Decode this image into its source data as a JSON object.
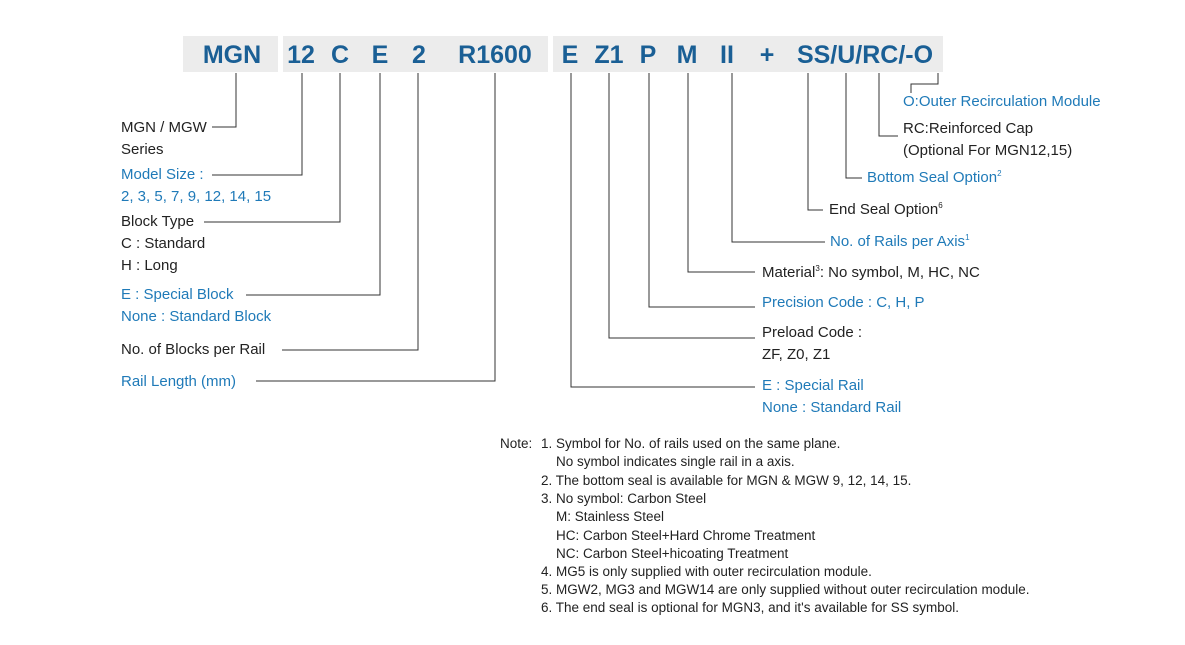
{
  "code_segments": [
    "MGN",
    "12",
    "C",
    "E",
    "2",
    "R1600",
    "E",
    "Z1",
    "P",
    "M",
    "II",
    "+",
    "SS/U/RC/-O"
  ],
  "left_labels": {
    "series": [
      "MGN / MGW",
      "Series"
    ],
    "model_size": [
      "Model Size :",
      "2, 3, 5, 7, 9, 12, 14, 15"
    ],
    "block_type": [
      "Block Type",
      "C : Standard",
      "H : Long"
    ],
    "special_block": [
      "E : Special Block",
      "None : Standard Block"
    ],
    "blocks_per_rail": "No. of Blocks per Rail",
    "rail_length": "Rail Length (mm)"
  },
  "right_labels": {
    "outer_recirculation": "O:Outer Recirculation Module",
    "reinforced_cap": [
      "RC:Reinforced Cap",
      "(Optional For MGN12,15)"
    ],
    "bottom_seal": {
      "text": "Bottom Seal Option",
      "sup": "2"
    },
    "end_seal": {
      "text": "End Seal Option",
      "sup": "6"
    },
    "rails_per_axis": {
      "text": "No. of Rails per Axis",
      "sup": "1"
    },
    "material": {
      "pre": "Material",
      "sup": "3",
      "post": ": No symbol, M, HC, NC"
    },
    "precision": "Precision Code : C, H, P",
    "preload": [
      "Preload Code :",
      "ZF, Z0, Z1"
    ],
    "special_rail": [
      "E : Special Rail",
      "None : Standard Rail"
    ]
  },
  "notes": {
    "heading": "Note:",
    "lines": [
      "1. Symbol for No. of rails used on the same plane.",
      "No symbol indicates single rail in a axis.",
      "2. The bottom seal is available for MGN & MGW 9, 12, 14, 15.",
      "3. No symbol: Carbon Steel",
      "M: Stainless Steel",
      "HC: Carbon Steel+Hard Chrome Treatment",
      "NC: Carbon Steel+hicoating Treatment",
      "4. MG5 is only supplied with outer recirculation module.",
      "5. MGW2, MG3 and MGW14 are only supplied without outer recirculation module.",
      "6. The end seal is optional for MGN3, and it's available for SS symbol."
    ]
  },
  "colors": {
    "code": "#1a5f95",
    "blue_label": "#1f7ab8",
    "text": "#222222",
    "code_bg": "#ececec"
  }
}
